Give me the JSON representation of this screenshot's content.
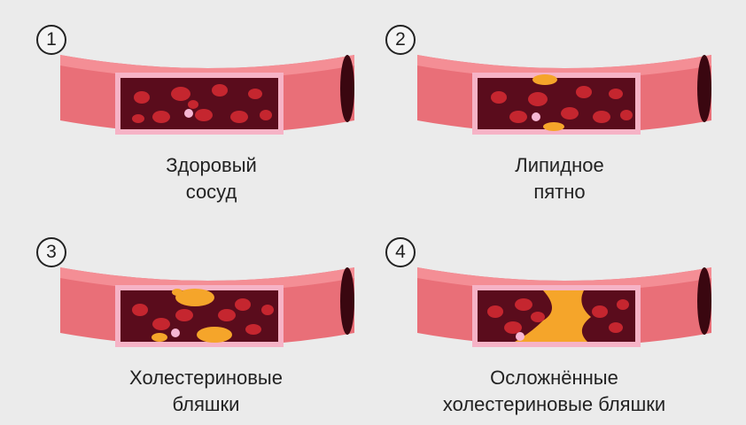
{
  "panels": [
    {
      "number": "1",
      "caption_lines": [
        "Здоровый",
        "сосуд"
      ],
      "plaque": "none"
    },
    {
      "number": "2",
      "caption_lines": [
        "Липидное",
        "пятно"
      ],
      "plaque": "lipid-spot"
    },
    {
      "number": "3",
      "caption_lines": [
        "Холестериновые",
        "бляшки"
      ],
      "plaque": "cholesterol-plaque"
    },
    {
      "number": "4",
      "caption_lines": [
        "Осложнённые",
        "холестериновые бляшки"
      ],
      "plaque": "complicated-plaque"
    }
  ],
  "colors": {
    "background": "#ebebeb",
    "vessel_wall": "#e96f78",
    "vessel_lumen": "#5a0c1c",
    "red_cell": "#c5262f",
    "plaque": "#f5a52a",
    "white_cell": "#f6b7d3"
  }
}
